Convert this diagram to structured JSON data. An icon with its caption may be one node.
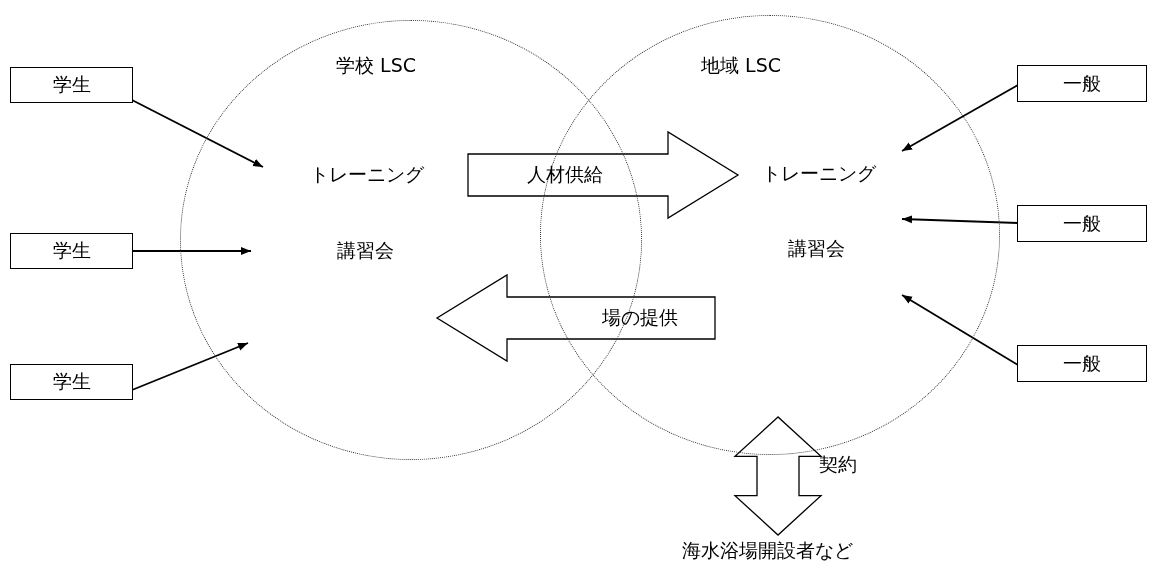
{
  "diagram": {
    "nodes": [
      {
        "text": [
          "学校 LSC"
        ]
      },
      {
        "text": [
          "トレーニング"
        ],
        "in": 0
      },
      {
        "text": [
          "講習会"
        ],
        "in": 0
      },
      {
        "text": [
          "地域 LSC"
        ]
      },
      {
        "text": [
          "トレーニング"
        ],
        "in": 3
      },
      {
        "text": [
          "講習会"
        ],
        "in": 3
      },
      {
        "text": [
          "学生"
        ]
      },
      {
        "text": [
          "学生"
        ]
      },
      {
        "text": [
          "学生"
        ]
      },
      {
        "text": [
          "一般"
        ]
      },
      {
        "text": [
          "一般"
        ]
      },
      {
        "text": [
          "一般"
        ]
      },
      {
        "text": [
          "海水浴場開設者など"
        ]
      }
    ],
    "edges": [
      {
        "from": 6,
        "to": 1,
        "arrow": "to"
      },
      {
        "from": 7,
        "to": 2,
        "arrow": "to"
      },
      {
        "from": 8,
        "to": 0,
        "arrow": "to"
      },
      {
        "from": 9,
        "to": 4,
        "arrow": "to"
      },
      {
        "from": 10,
        "to": 4,
        "arrow": "to"
      },
      {
        "from": 11,
        "to": 5,
        "arrow": "to"
      },
      {
        "from": 0,
        "to": 3,
        "arrow": "to",
        "label": "人材供給",
        "style": "thick"
      },
      {
        "from": 3,
        "to": 0,
        "arrow": "to",
        "label": "場の提供",
        "style": "thick"
      },
      {
        "from": 3,
        "to": 12,
        "arrow": "both",
        "label": "契約",
        "style": "thick"
      }
    ]
  }
}
